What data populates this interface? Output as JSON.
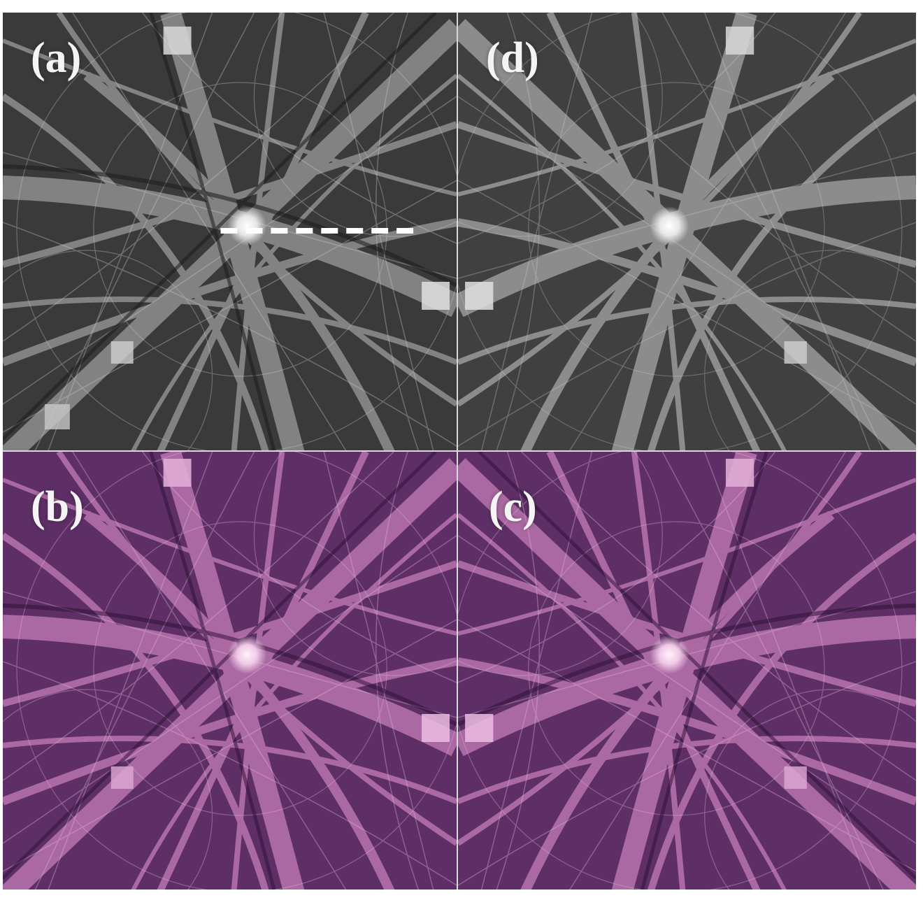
{
  "figure": {
    "panels": [
      {
        "id": "a",
        "label": "(a)",
        "colormap": "grayscale",
        "has_line_profile_marker": true
      },
      {
        "id": "d",
        "label": "(d)",
        "colormap": "grayscale",
        "has_line_profile_marker": false
      },
      {
        "id": "b",
        "label": "(b)",
        "colormap": "magenta",
        "has_line_profile_marker": false
      },
      {
        "id": "c",
        "label": "(c)",
        "colormap": "magenta",
        "has_line_profile_marker": false
      }
    ],
    "colors": {
      "gray_background": "#3a3a3a",
      "gray_band": "#c8c8c8",
      "magenta_background": "#5e2f66",
      "magenta_band": "#d9a3cf",
      "label_color": "#f4f4f4",
      "marker_color": "#ffffff"
    }
  }
}
